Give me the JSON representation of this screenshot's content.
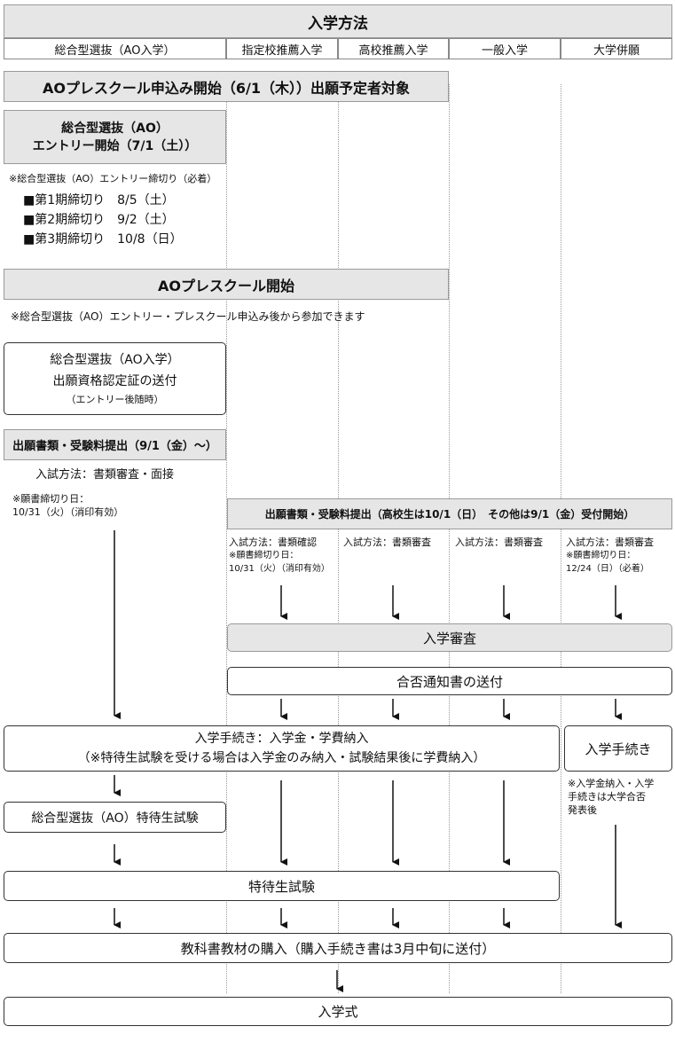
{
  "header": {
    "title": "入学方法",
    "columns": [
      "総合型選抜（AO入学）",
      "指定校推薦入学",
      "高校推薦入学",
      "一般入学",
      "大学併願"
    ]
  },
  "ao_preschool_apply": "AOプレスクール申込み開始（6/1（木））出願予定者対象",
  "ao_entry": [
    "総合型選抜（AO）",
    "エントリー開始（7/1（土））"
  ],
  "ao_deadline_note": "※総合型選抜（AO）エントリー締切り（必着）",
  "ao_deadlines": [
    "■第1期締切り　8/5（土）",
    "■第2期締切り　9/2（土）",
    "■第3期締切り　10/8（日）"
  ],
  "ao_preschool_start": "AOプレスクール開始",
  "ao_preschool_note": "※総合型選抜（AO）エントリー・プレスクール申込み後から参加できます",
  "ao_cert": [
    "総合型選抜（AO入学）",
    "出願資格認定証の送付",
    "（エントリー後随時）"
  ],
  "ao_submit": "出願書類・受験料提出（9/1（金）～）",
  "ao_method": "入試方法：書類審査・面接",
  "ao_doc_deadline": [
    "※願書締切り日：",
    "10/31（火）（消印有効）"
  ],
  "other_submit": "出願書類・受験料提出（高校生は10/1（日）　その他は9/1（金）受付開始）",
  "methods": {
    "shitei": [
      "入試方法：書類確認",
      "※願書締切り日：",
      "10/31（火）（消印有効）"
    ],
    "koko": "入試方法：書類審査",
    "ippan": "入試方法：書類審査",
    "heigan": [
      "入試方法：書類審査",
      "※願書締切り日：",
      "12/24（日）（必着）"
    ]
  },
  "exam": "入学審査",
  "notice": "合否通知書の送付",
  "procedure": [
    "入学手続き：入学金・学費納入",
    "（※特待生試験を受ける場合は入学金のみ納入・試験結果後に学費納入）"
  ],
  "heigan_procedure": "入学手続き",
  "heigan_note": [
    "※入学金納入・入学",
    "手続きは大学合否",
    "発表後"
  ],
  "ao_scholarship": "総合型選抜（AO）特待生試験",
  "scholarship": "特待生試験",
  "textbooks": "教科書教材の購入（購入手続き書は3月中旬に送付）",
  "ceremony": "入学式",
  "colors": {
    "box_gray": "#e6e6e6",
    "border": "#333333",
    "text": "#111111"
  }
}
